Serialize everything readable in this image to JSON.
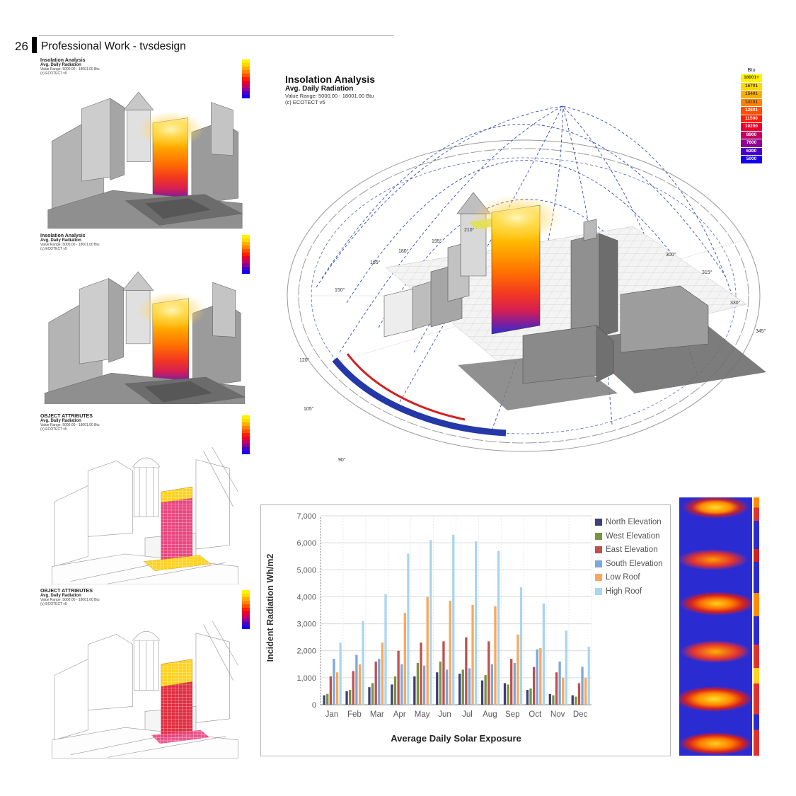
{
  "page": {
    "number": "26",
    "title": "Professional Work - tvsdesign"
  },
  "left_column": {
    "panels": [
      {
        "title": "Insolation Analysis",
        "subtitle": "Avg. Daily Radiation",
        "range": "Value Range: 5000.00 - 18001.00 Btu",
        "credit": "(c) ECOTECT v5"
      },
      {
        "title": "Insolation Analysis",
        "subtitle": "Avg. Daily Radiation",
        "range": "Value Range: 5000.00 - 18001.00 Btu",
        "credit": "(c) ECOTECT v5"
      },
      {
        "title": "OBJECT ATTRIBUTES",
        "subtitle": "Avg. Daily Radiation",
        "range": "Value Range: 5000.00 - 18001.00 Btu",
        "credit": "(c) ECOTECT v5"
      },
      {
        "title": "OBJECT ATTRIBUTES",
        "subtitle": "Avg. Daily Radiation",
        "range": "Value Range: 5000.00 - 18001.00 Btu",
        "credit": "(c) ECOTECT v5"
      }
    ]
  },
  "main": {
    "title": "Insolation Analysis",
    "subtitle": "Avg. Daily Radiation",
    "range": "Value Range: 5000.00 - 18001.00 Btu",
    "credit": "(c) ECOTECT v5",
    "legend_title": "Btu",
    "legend": [
      {
        "label": "18001+",
        "color": "#fff200"
      },
      {
        "label": "16701",
        "color": "#ffd800"
      },
      {
        "label": "15401",
        "color": "#ffae00"
      },
      {
        "label": "14101",
        "color": "#ff8400"
      },
      {
        "label": "12801",
        "color": "#ff5000"
      },
      {
        "label": "11500",
        "color": "#ff1e00"
      },
      {
        "label": "10200",
        "color": "#e8002e"
      },
      {
        "label": "8900",
        "color": "#c4005f"
      },
      {
        "label": "7600",
        "color": "#8e0096"
      },
      {
        "label": "6300",
        "color": "#4b00c8"
      },
      {
        "label": "5000",
        "color": "#1500f0"
      }
    ],
    "azimuth_labels": [
      "210°",
      "195°",
      "180°",
      "165°",
      "150°",
      "120°",
      "105°",
      "90°",
      "300°",
      "315°",
      "330°",
      "345°"
    ]
  },
  "chart_data": {
    "type": "bar",
    "title": "Average Daily Solar Exposure",
    "xlabel": "",
    "ylabel": "Incident Radiation Wh/m2",
    "ylim": [
      0,
      7000
    ],
    "ytick_step": 1000,
    "grid": true,
    "legend_position": "right",
    "categories": [
      "Jan",
      "Feb",
      "Mar",
      "Apr",
      "May",
      "Jun",
      "Jul",
      "Aug",
      "Sep",
      "Oct",
      "Nov",
      "Dec"
    ],
    "series": [
      {
        "name": "North Elevation",
        "color": "#3f3f7a",
        "values": [
          350,
          500,
          650,
          750,
          1050,
          1200,
          1150,
          900,
          800,
          550,
          400,
          350
        ]
      },
      {
        "name": "West Elevation",
        "color": "#789440",
        "values": [
          400,
          550,
          800,
          1050,
          1550,
          1600,
          1300,
          1100,
          750,
          600,
          350,
          300
        ]
      },
      {
        "name": "East Elevation",
        "color": "#c0504d",
        "values": [
          1050,
          1250,
          1600,
          2000,
          2300,
          2350,
          2500,
          2350,
          1700,
          1400,
          1200,
          800
        ]
      },
      {
        "name": "South Elevation",
        "color": "#7da7d9",
        "values": [
          1700,
          1850,
          1700,
          1500,
          1450,
          1300,
          1350,
          1500,
          1550,
          2050,
          1600,
          1400
        ]
      },
      {
        "name": "Low Roof",
        "color": "#faa75b",
        "values": [
          1200,
          1500,
          2300,
          3400,
          4000,
          3850,
          3700,
          3650,
          2600,
          2100,
          1000,
          1000
        ]
      },
      {
        "name": "High Roof",
        "color": "#aad5ee",
        "values": [
          2300,
          3100,
          4100,
          5600,
          6100,
          6300,
          6050,
          5700,
          4350,
          3750,
          2750,
          2150
        ]
      }
    ]
  },
  "heatmap": {
    "label": "facade-radiation-maps",
    "background": "#2b2bd2",
    "hot": "#ff8c00",
    "core": "#ffe12b"
  }
}
